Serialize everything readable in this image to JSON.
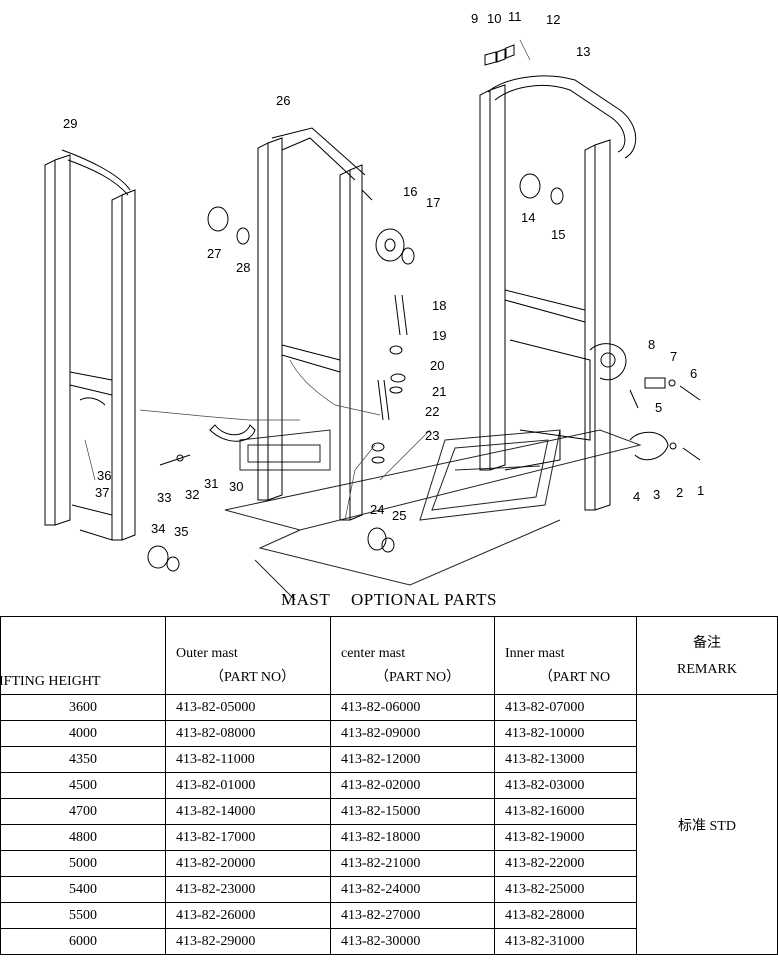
{
  "diagram": {
    "callouts": [
      "1",
      "2",
      "3",
      "4",
      "5",
      "6",
      "7",
      "8",
      "9",
      "10",
      "11",
      "12",
      "13",
      "14",
      "15",
      "16",
      "17",
      "18",
      "19",
      "20",
      "21",
      "22",
      "23",
      "24",
      "25",
      "26",
      "27",
      "28",
      "29",
      "30",
      "31",
      "32",
      "33",
      "34",
      "35",
      "36",
      "37"
    ]
  },
  "title": {
    "left": "MAST",
    "right": "OPTIONAL PARTS"
  },
  "table": {
    "headers": {
      "lifting_height": "IFTING HEIGHT",
      "outer": "Outer mast",
      "outer_sub": "（PART NO）",
      "center": "center mast",
      "center_sub": "（PART NO）",
      "inner": "Inner mast",
      "inner_sub": "（PART NO",
      "remark_cn": "备注",
      "remark_en": "REMARK"
    },
    "remark_value": "标准 STD",
    "rows": [
      {
        "height": "3600",
        "outer": "413-82-05000",
        "center": "413-82-06000",
        "inner": "413-82-07000"
      },
      {
        "height": "4000",
        "outer": "413-82-08000",
        "center": "413-82-09000",
        "inner": "413-82-10000"
      },
      {
        "height": "4350",
        "outer": "413-82-11000",
        "center": "413-82-12000",
        "inner": "413-82-13000"
      },
      {
        "height": "4500",
        "outer": "413-82-01000",
        "center": "413-82-02000",
        "inner": "413-82-03000"
      },
      {
        "height": "4700",
        "outer": "413-82-14000",
        "center": "413-82-15000",
        "inner": "413-82-16000"
      },
      {
        "height": "4800",
        "outer": "413-82-17000",
        "center": "413-82-18000",
        "inner": "413-82-19000"
      },
      {
        "height": "5000",
        "outer": "413-82-20000",
        "center": "413-82-21000",
        "inner": "413-82-22000"
      },
      {
        "height": "5400",
        "outer": "413-82-23000",
        "center": "413-82-24000",
        "inner": "413-82-25000"
      },
      {
        "height": "5500",
        "outer": "413-82-26000",
        "center": "413-82-27000",
        "inner": "413-82-28000"
      },
      {
        "height": "6000",
        "outer": "413-82-29000",
        "center": "413-82-30000",
        "inner": "413-82-31000"
      }
    ]
  }
}
